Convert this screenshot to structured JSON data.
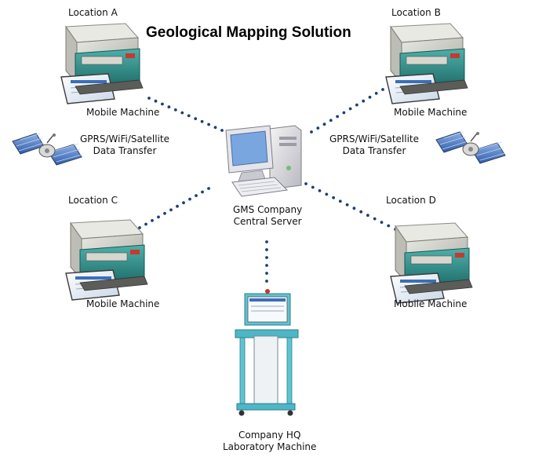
{
  "title": "Geological Mapping Solution",
  "nodes": {
    "location_a": {
      "location": "Location A",
      "machine": "Mobile Machine"
    },
    "location_b": {
      "location": "Location B",
      "machine": "Mobile Machine"
    },
    "location_c": {
      "location": "Location C",
      "machine": "Mobile Machine"
    },
    "location_d": {
      "location": "Location D",
      "machine": "Mobile Machine"
    },
    "server": {
      "line1": "GMS Company",
      "line2": "Central Server"
    },
    "hq": {
      "line1": "Company HQ",
      "line2": "Laboratory Machine"
    }
  },
  "transfer_left": {
    "line1": "GPRS/WiFi/Satellite",
    "line2": "Data Transfer"
  },
  "transfer_right": {
    "line1": "GPRS/WiFi/Satellite",
    "line2": "Data Transfer"
  },
  "colors": {
    "dots": "#1c3f78",
    "machine_body": "#cfcfc8",
    "machine_teal": "#2f8d8a",
    "lab_cyan": "#5fc3d2",
    "monitor_blue": "#7aa6e0"
  }
}
